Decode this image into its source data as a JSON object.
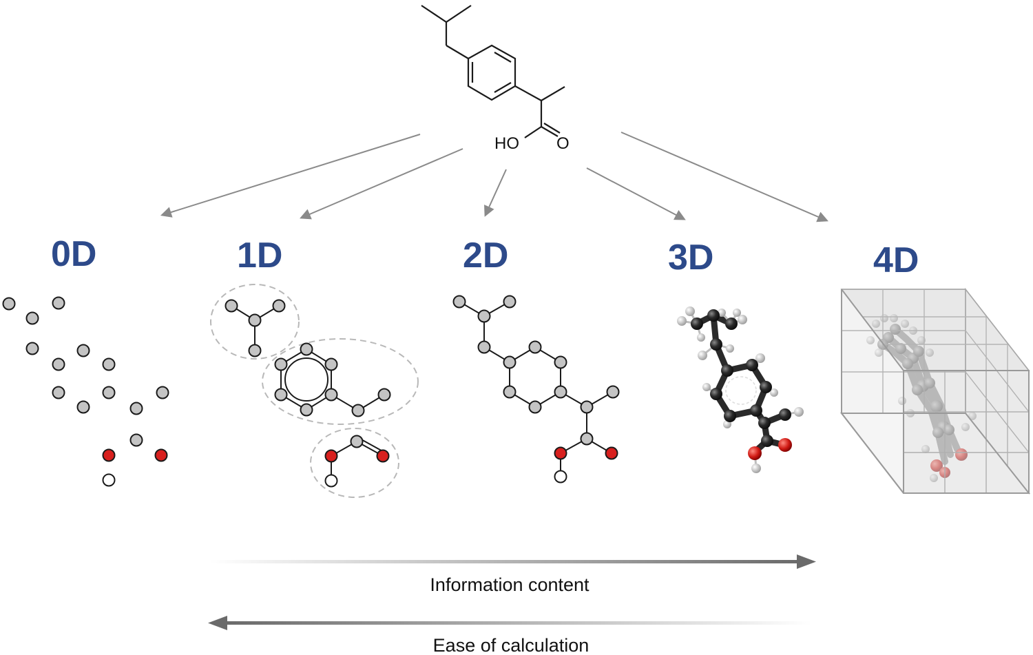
{
  "molecule": {
    "hydroxyl_label": "HO",
    "carbonyl_label": "O"
  },
  "representations": [
    {
      "label": "0D"
    },
    {
      "label": "1D"
    },
    {
      "label": "2D"
    },
    {
      "label": "3D"
    },
    {
      "label": "4D"
    }
  ],
  "axes": {
    "information": "Information content",
    "ease": "Ease of calculation"
  },
  "colors": {
    "label": "#2d4a8a",
    "atom_gray": "#c4c4c4",
    "atom_red": "#d8201e",
    "arrow_gray": "#8a8a8a"
  },
  "icons": {
    "model_3d": "ball-and-stick-molecule",
    "model_4d": "grid-box-conformer-ensemble"
  }
}
